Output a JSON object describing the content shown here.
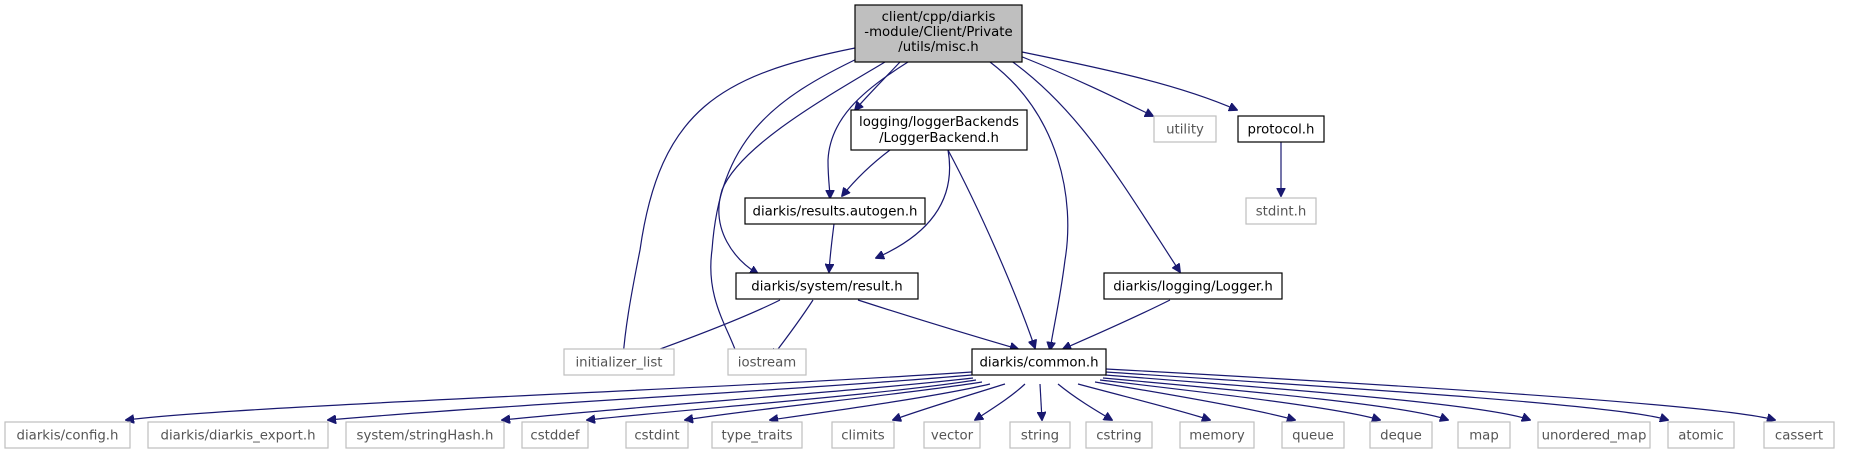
{
  "graph": {
    "root": {
      "lines": [
        "client/cpp/diarkis",
        "-module/Client/Private",
        "/utils/misc.h"
      ]
    },
    "logger_backend": {
      "lines": [
        "logging/loggerBackends",
        "/LoggerBackend.h"
      ]
    },
    "results_autogen": {
      "label": "diarkis/results.autogen.h"
    },
    "system_result": {
      "label": "diarkis/system/result.h"
    },
    "logging_logger": {
      "label": "diarkis/logging/Logger.h"
    },
    "protocol": {
      "label": "protocol.h"
    },
    "common": {
      "label": "diarkis/common.h"
    },
    "utility": {
      "label": "utility"
    },
    "stdint": {
      "label": "stdint.h"
    },
    "initializer_list": {
      "label": "initializer_list"
    },
    "iostream": {
      "label": "iostream"
    },
    "config": {
      "label": "diarkis/config.h"
    },
    "diarkis_export": {
      "label": "diarkis/diarkis_export.h"
    },
    "string_hash": {
      "label": "system/stringHash.h"
    },
    "cstddef": {
      "label": "cstddef"
    },
    "cstdint": {
      "label": "cstdint"
    },
    "type_traits": {
      "label": "type_traits"
    },
    "climits": {
      "label": "climits"
    },
    "vector": {
      "label": "vector"
    },
    "string": {
      "label": "string"
    },
    "cstring": {
      "label": "cstring"
    },
    "memory": {
      "label": "memory"
    },
    "queue": {
      "label": "queue"
    },
    "deque": {
      "label": "deque"
    },
    "map": {
      "label": "map"
    },
    "unordered_map": {
      "label": "unordered_map"
    },
    "atomic": {
      "label": "atomic"
    },
    "cassert": {
      "label": "cassert"
    }
  },
  "colors": {
    "edge": "#191970",
    "root_fill": "#bfbfbf",
    "documented_border": "#000000",
    "external_border": "#bfbfbf"
  }
}
